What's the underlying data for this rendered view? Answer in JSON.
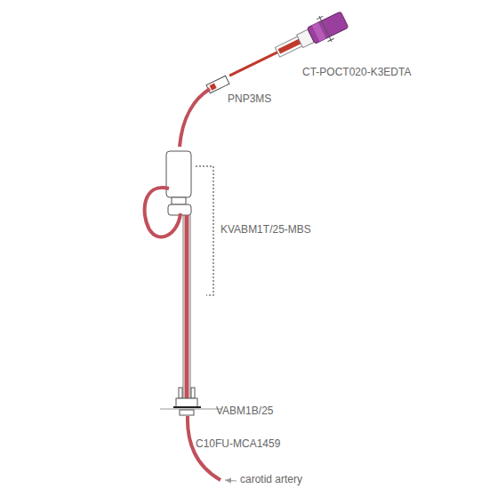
{
  "diagram": {
    "labels": [
      "CT-POCT020-K3EDTA",
      "PNP3MS",
      "KVABM1T/25-MBS",
      "VABM1B/25",
      "C10FU-MCA1459",
      "carotid artery"
    ]
  }
}
